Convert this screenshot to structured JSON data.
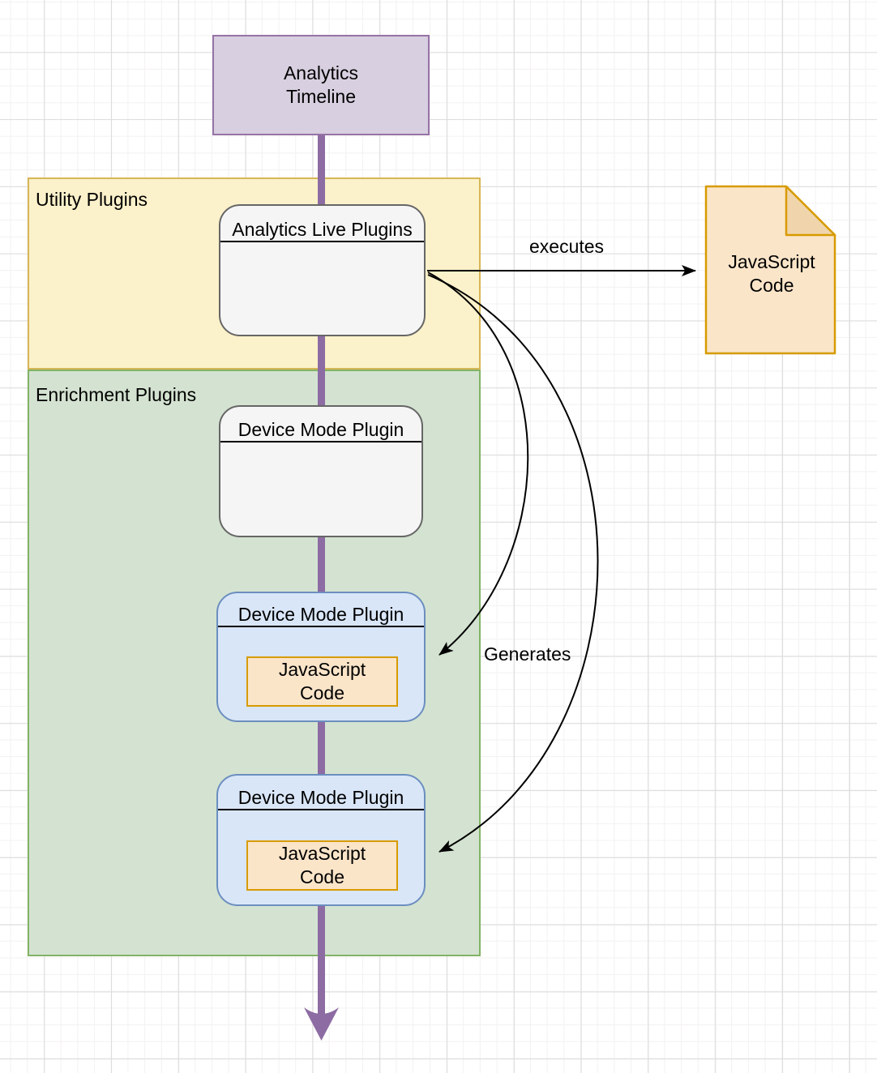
{
  "containers": {
    "utility": {
      "label": "Utility Plugins"
    },
    "enrichment": {
      "label": "Enrichment Plugins"
    }
  },
  "nodes": {
    "analytics_timeline": {
      "label": "Analytics\nTimeline"
    },
    "analytics_live_plugins": {
      "title": "Analytics Live Plugins"
    },
    "device_mode_plugin_top": {
      "title": "Device Mode Plugin"
    },
    "device_mode_plugin_middle": {
      "title": "Device Mode Plugin",
      "child_label": "JavaScript\nCode"
    },
    "device_mode_plugin_bottom": {
      "title": "Device Mode Plugin",
      "child_label": "JavaScript\nCode"
    },
    "javascript_code_document": {
      "label": "JavaScript\nCode"
    }
  },
  "edges": {
    "executes": {
      "label": "executes"
    },
    "generates": {
      "label": "Generates"
    }
  },
  "colors": {
    "purple_fill": "#d8cfe0",
    "purple_stroke": "#9673a6",
    "timeline_arrow": "#8d6ca3",
    "yellow_fill": "#fbf1ca",
    "yellow_stroke": "#d6b656",
    "green_fill": "#d4e3d1",
    "green_stroke": "#82b366",
    "gray_fill": "#f5f5f5",
    "gray_stroke": "#666666",
    "blue_fill": "#d9e6f8",
    "blue_stroke": "#6c8ebf",
    "orange_fill": "#fbe5c9",
    "orange_stroke": "#d79b00",
    "edge_black": "#000000"
  }
}
